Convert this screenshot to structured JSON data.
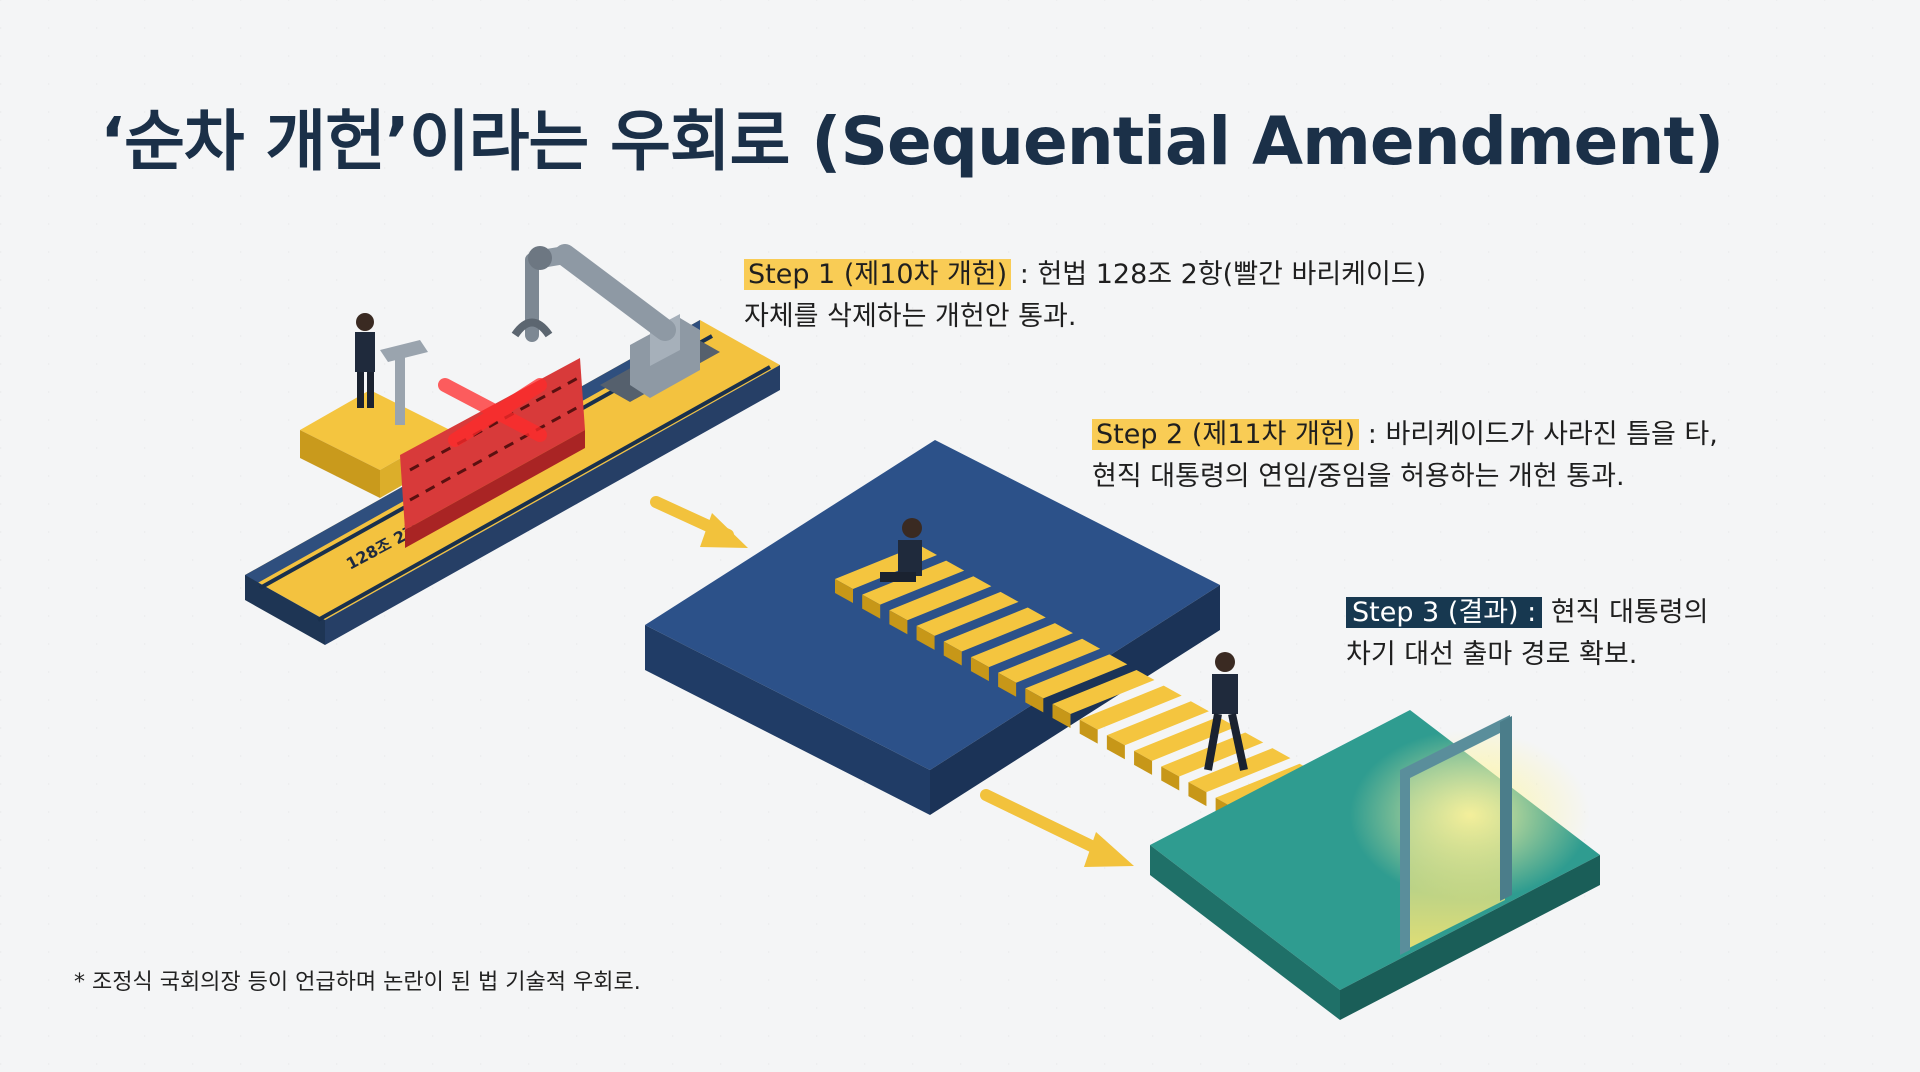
{
  "title": "‘순차 개헌’이라는 우회로 (Sequential Amendment)",
  "steps": [
    {
      "label": "Step 1 (제10차 개헌)",
      "line1": " : 헌법 128조 2항(빨간 바리케이드)",
      "line2": "자체를 삭제하는 개헌안 통과."
    },
    {
      "label": "Step 2 (제11차 개헌)",
      "line1": " : 바리케이드가 사라진 틈을 타,",
      "line2": "현직 대통령의 연임/중임을 허용하는 개헌 통과."
    },
    {
      "label": "Step 3 (결과) :",
      "line1": " 현직 대통령의",
      "line2": "차기 대선 출마 경로 확보."
    }
  ],
  "belt_label": "128조 2항",
  "footnote": "* 조정식 국회의장 등이 언급하며 논란이 된 법 기술적 우회로.",
  "colors": {
    "title": "#1b3048",
    "highlight_yellow": "#f9cc55",
    "highlight_dark": "#173850",
    "platform_blue": "#2c5189",
    "platform_teal": "#2f9c90",
    "gold": "#f4c53f",
    "barricade_red": "#d83a3a"
  }
}
